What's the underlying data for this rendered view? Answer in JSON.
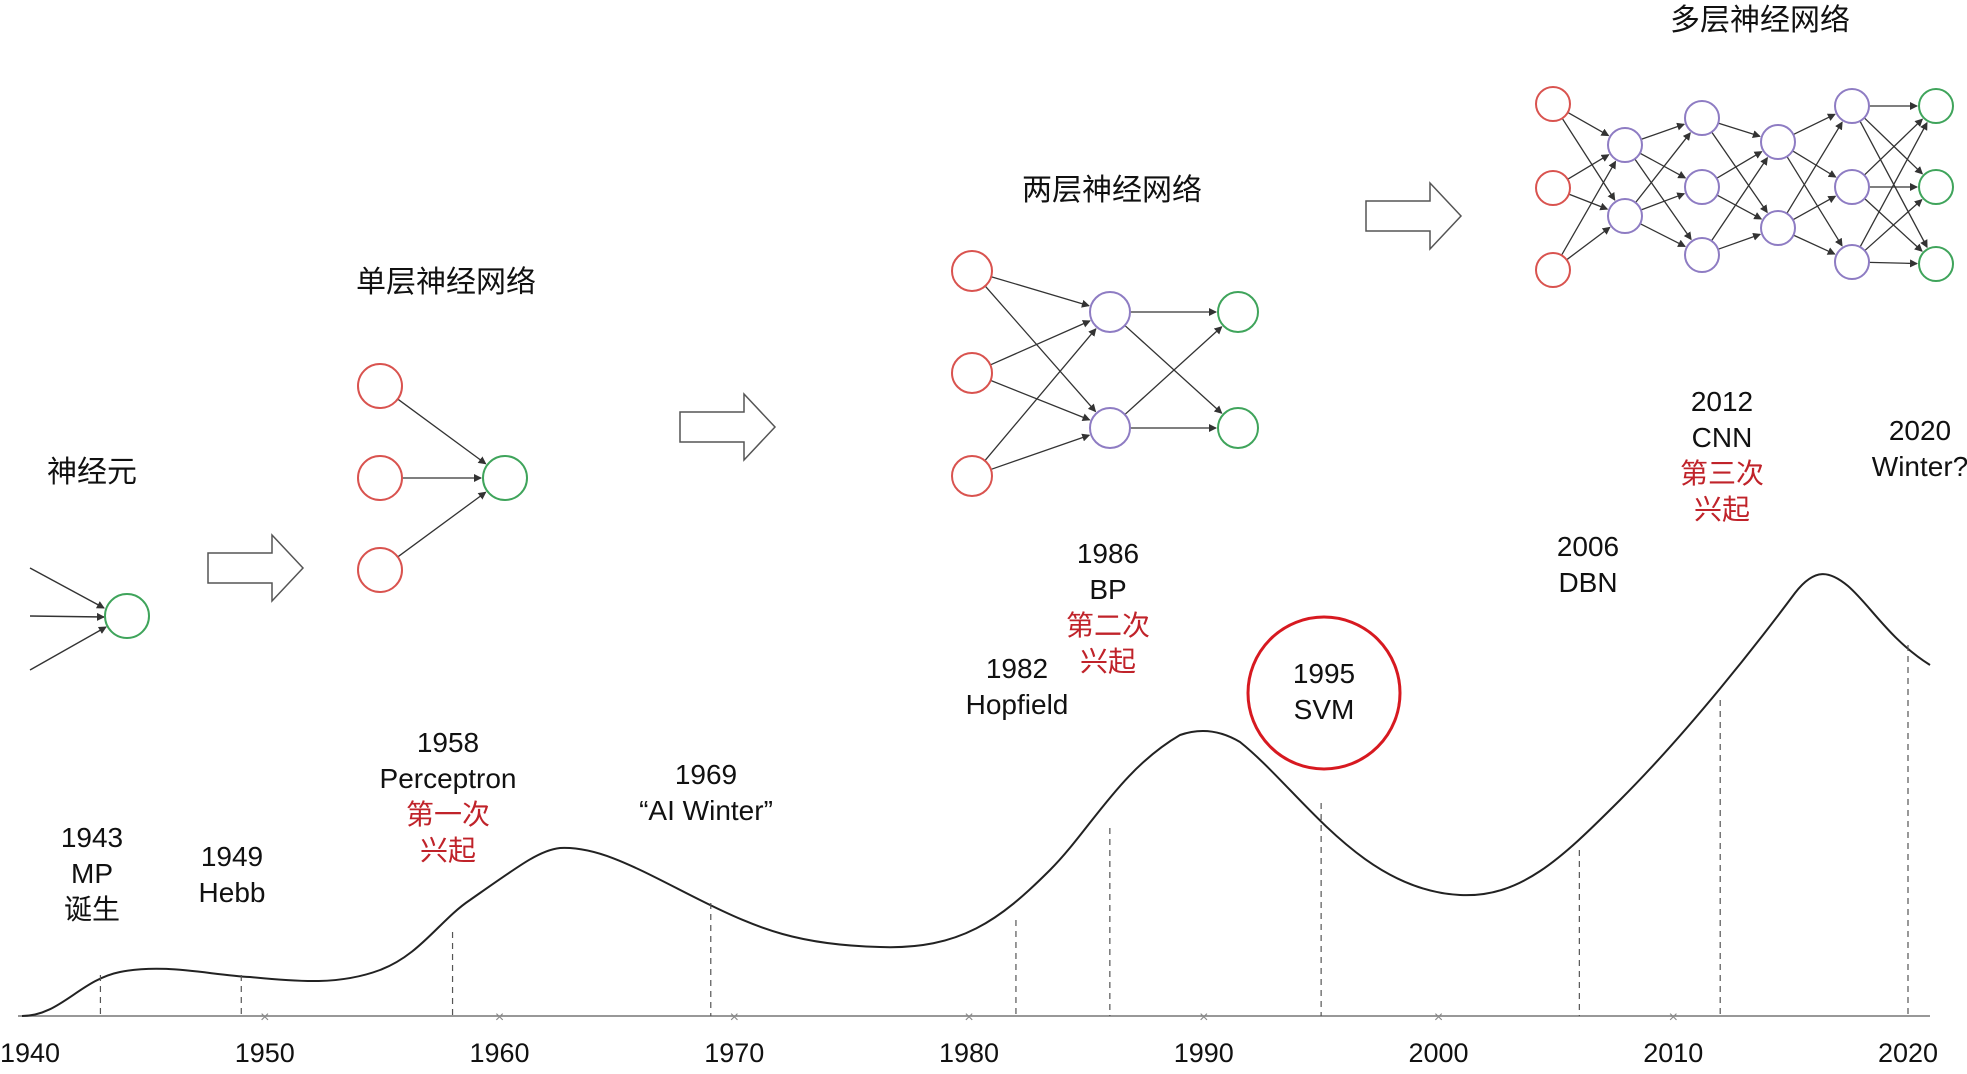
{
  "colors": {
    "curve": "#222222",
    "input_node": "#d9534f",
    "hidden_node": "#8e7cc3",
    "output_node": "#3fa45b",
    "highlight": "#d71920",
    "red_text": "#c0232a"
  },
  "titles": {
    "neuron": "神经元",
    "single_layer": "单层神经网络",
    "two_layer": "两层神经网络",
    "multi_layer": "多层神经网络"
  },
  "axis": {
    "ticks": [
      "1940",
      "1950",
      "1960",
      "1970",
      "1980",
      "1990",
      "2000",
      "2010",
      "2020"
    ]
  },
  "events": [
    {
      "id": "1943",
      "lines": [
        "1943",
        "MP"
      ],
      "red": [],
      "extra": [
        "诞生"
      ]
    },
    {
      "id": "1949",
      "lines": [
        "1949",
        "Hebb"
      ],
      "red": [],
      "extra": []
    },
    {
      "id": "1958",
      "lines": [
        "1958",
        "Perceptron"
      ],
      "red": [
        "第一次",
        "兴起"
      ],
      "extra": []
    },
    {
      "id": "1969",
      "lines": [
        "1969",
        "“AI Winter”"
      ],
      "red": [],
      "extra": []
    },
    {
      "id": "1982",
      "lines": [
        "1982",
        "Hopfield"
      ],
      "red": [],
      "extra": []
    },
    {
      "id": "1986",
      "lines": [
        "1986",
        "BP"
      ],
      "red": [
        "第二次",
        "兴起"
      ],
      "extra": []
    },
    {
      "id": "1995",
      "lines": [
        "1995",
        "SVM"
      ],
      "red": [],
      "extra": []
    },
    {
      "id": "2006",
      "lines": [
        "2006",
        "DBN"
      ],
      "red": [],
      "extra": []
    },
    {
      "id": "2012",
      "lines": [
        "2012",
        "CNN"
      ],
      "red": [
        "第三次",
        "兴起"
      ],
      "extra": []
    },
    {
      "id": "2020",
      "lines": [
        "2020",
        "Winter?"
      ],
      "red": [],
      "extra": []
    }
  ]
}
